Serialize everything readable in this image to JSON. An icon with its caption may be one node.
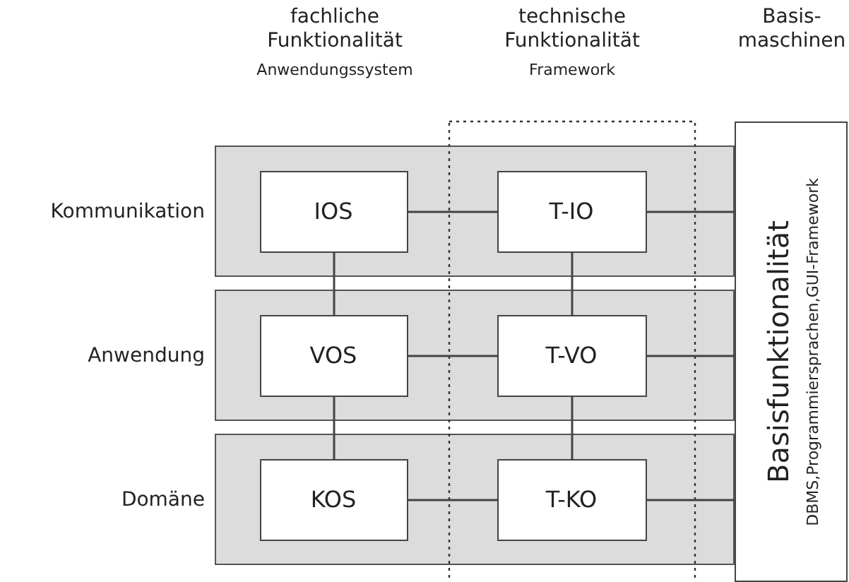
{
  "diagram": {
    "nodes": [
      {
        "text": [
          "Kommunikation"
        ]
      },
      {
        "text": [
          "IOS"
        ],
        "in": 0
      },
      {
        "text": [
          "T-IO"
        ],
        "in": 0
      },
      {
        "text": [
          "Anwendung"
        ]
      },
      {
        "text": [
          "VOS"
        ],
        "in": 3
      },
      {
        "text": [
          "T-VO"
        ],
        "in": 3
      },
      {
        "text": [
          "Domäne"
        ]
      },
      {
        "text": [
          "KOS"
        ],
        "in": 6
      },
      {
        "text": [
          "T-KO"
        ],
        "in": 6
      },
      {
        "text": [
          "Basisfunktionalität",
          "DBMS,Programmiersprachen,GUI-Framework"
        ]
      }
    ],
    "edges": [
      {
        "from": 1,
        "to": 2,
        "arrow": "none"
      },
      {
        "from": 2,
        "to": 9,
        "arrow": "none"
      },
      {
        "from": 1,
        "to": 4,
        "arrow": "none"
      },
      {
        "from": 2,
        "to": 5,
        "arrow": "none"
      },
      {
        "from": 4,
        "to": 5,
        "arrow": "none"
      },
      {
        "from": 5,
        "to": 9,
        "arrow": "none"
      },
      {
        "from": 4,
        "to": 7,
        "arrow": "none"
      },
      {
        "from": 5,
        "to": 8,
        "arrow": "none"
      },
      {
        "from": 7,
        "to": 8,
        "arrow": "none"
      },
      {
        "from": 8,
        "to": 9,
        "arrow": "none"
      }
    ],
    "labels": [
      "fachliche Funktionalität",
      "Anwendungssystem",
      "technische Funktionalität",
      "Framework",
      "Basis- maschinen"
    ]
  }
}
